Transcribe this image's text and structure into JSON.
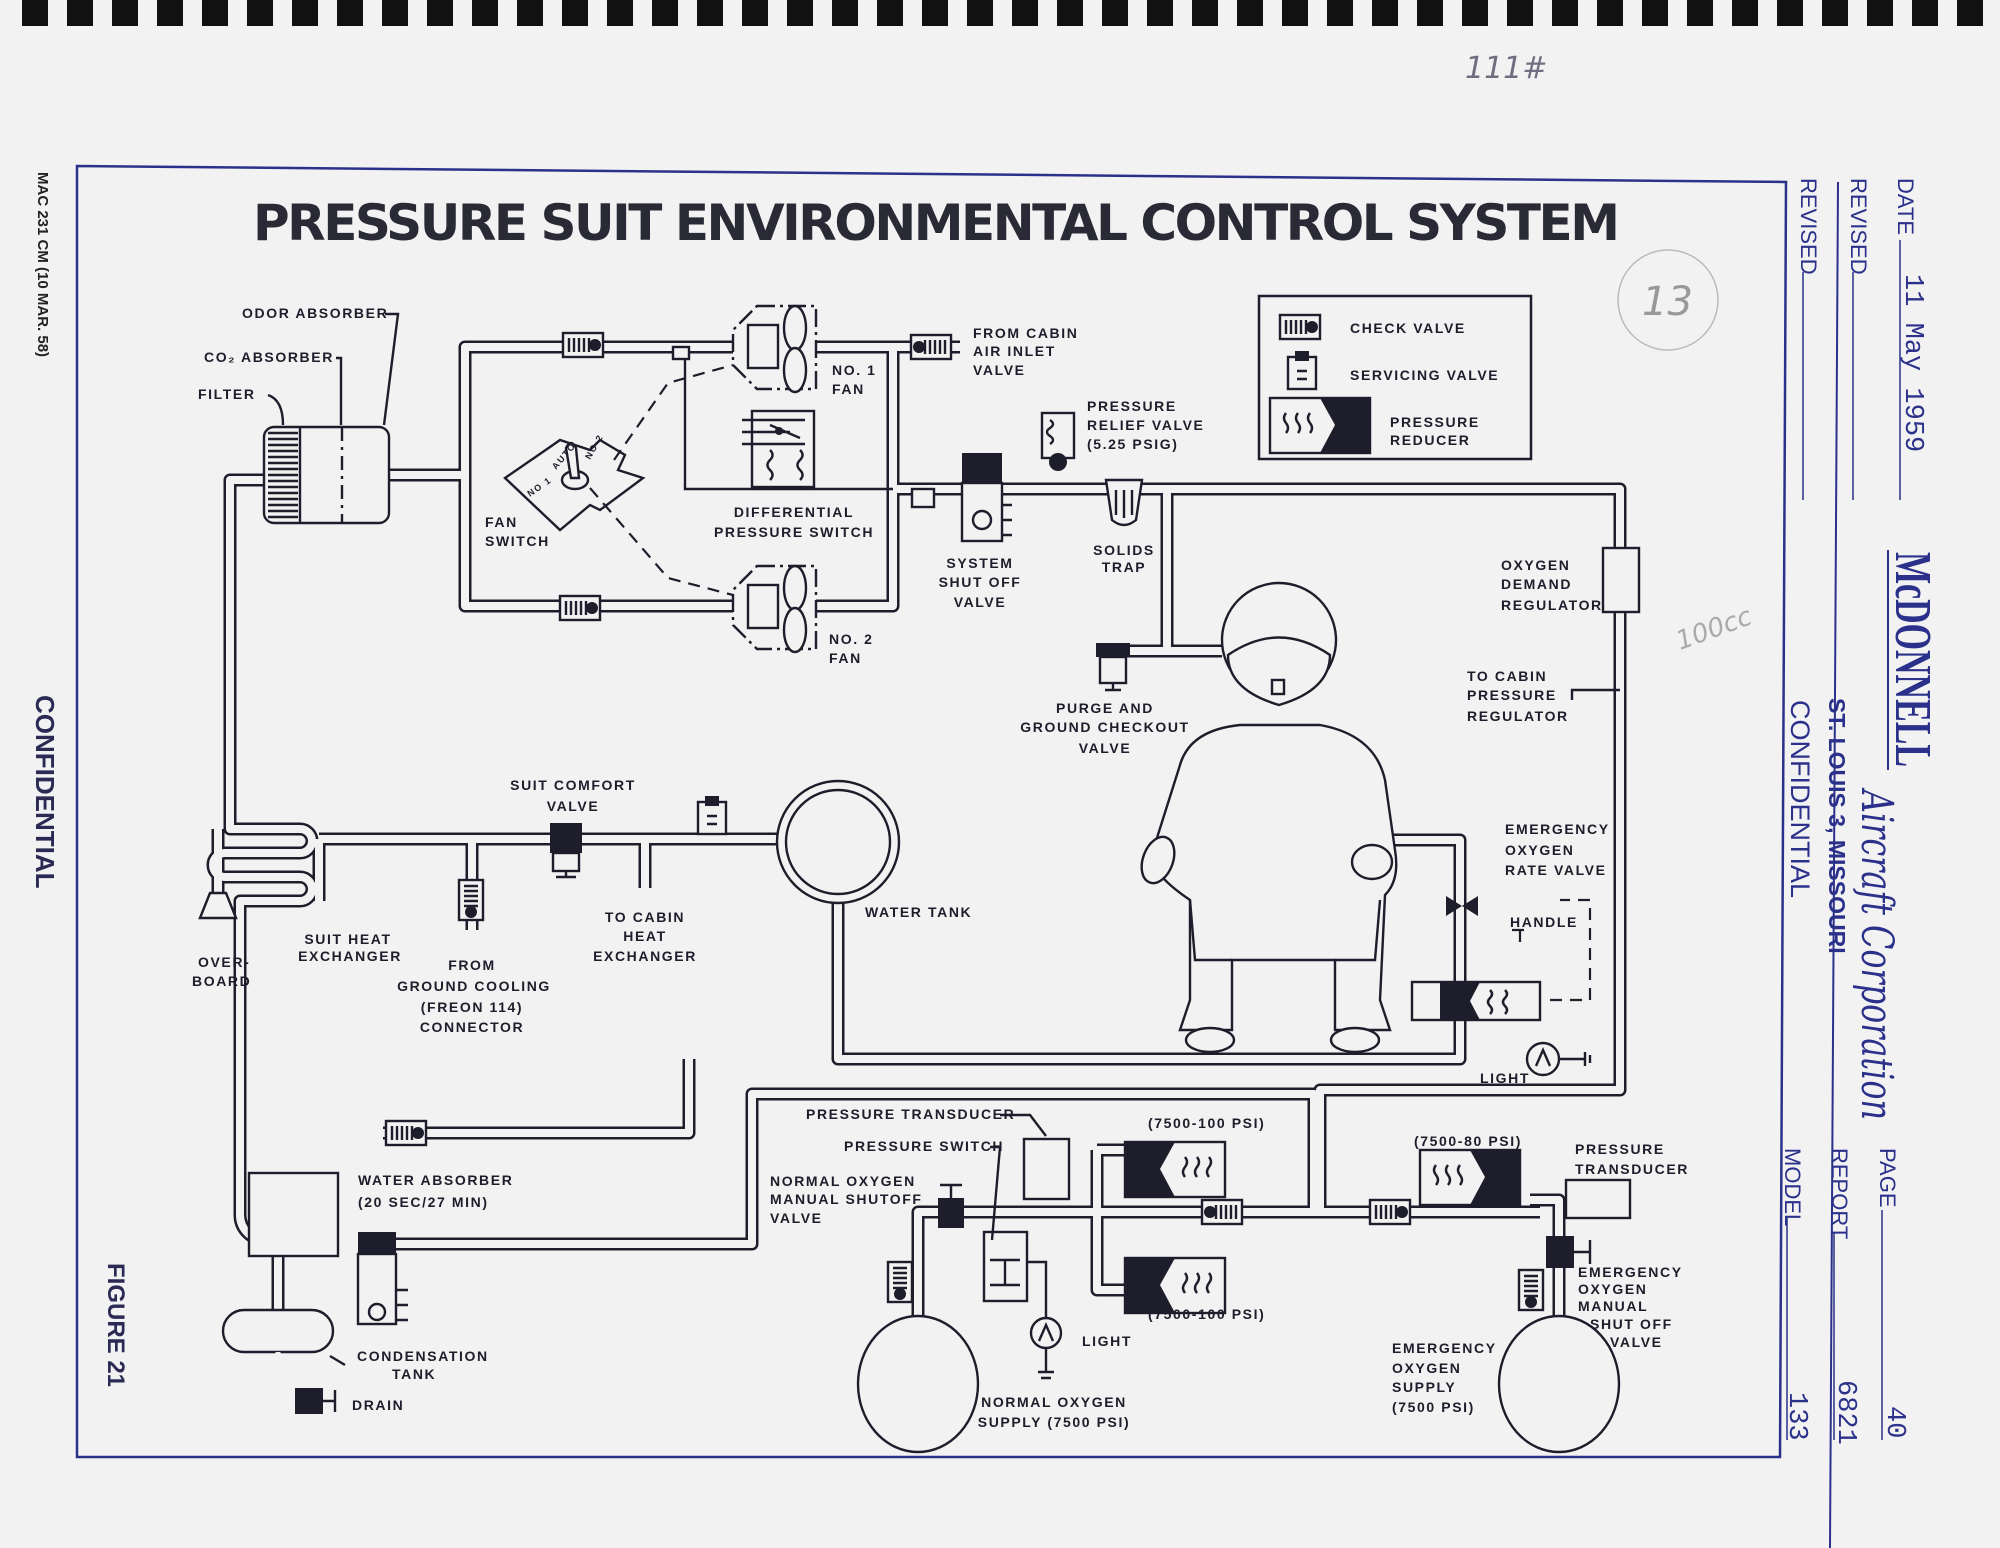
{
  "title": "PRESSURE SUIT ENVIRONMENTAL CONTROL SYSTEM",
  "margin_left": {
    "form_id": "MAC 231 CM (10 MAR. 58)",
    "classification": "CONFIDENTIAL",
    "figure": "FIGURE 21"
  },
  "title_block": {
    "date_label": "DATE",
    "date_value": "11 May 1959",
    "revised_label": "REVISED",
    "revised2_label": "REVISED",
    "company": "McDONNELL",
    "company_script": "Aircraft Corporation",
    "location": "ST. LOUIS 3, MISSOURI",
    "classification": "CONFIDENTIAL",
    "page_label": "PAGE",
    "page_value": "40",
    "report_label": "REPORT",
    "report_value": "6821",
    "model_label": "MODEL",
    "model_value": "133"
  },
  "legend": {
    "check_valve": "CHECK VALVE",
    "servicing_valve": "SERVICING VALVE",
    "pressure_reducer": [
      "PRESSURE",
      "REDUCER"
    ]
  },
  "labels": {
    "odor_absorber": "ODOR ABSORBER",
    "co2_absorber": "CO₂ ABSORBER",
    "filter": "FILTER",
    "cabin_air_inlet": [
      "FROM CABIN",
      "AIR  INLET",
      "VALVE"
    ],
    "no1_fan": [
      "NO. 1",
      "FAN"
    ],
    "pressure_relief": [
      "PRESSURE",
      "RELIEF VALVE",
      "(5.25 PSIG)"
    ],
    "fan_switch": [
      "FAN",
      "SWITCH"
    ],
    "fan_switch_positions": [
      "NO 1",
      "AUTO",
      "NO 2"
    ],
    "differential_switch": [
      "DIFFERENTIAL",
      "PRESSURE SWITCH"
    ],
    "system_shutoff": [
      "SYSTEM",
      "SHUT OFF",
      "VALVE"
    ],
    "solids_trap": [
      "SOLIDS",
      "TRAP"
    ],
    "oxygen_demand_regulator": [
      "OXYGEN",
      "DEMAND",
      "REGULATOR"
    ],
    "no2_fan": [
      "NO. 2",
      "FAN"
    ],
    "purge_valve": [
      "PURGE AND",
      "GROUND CHECKOUT",
      "VALVE"
    ],
    "cabin_pressure_regulator": [
      "TO CABIN",
      "PRESSURE",
      "REGULATOR"
    ],
    "suit_comfort_valve": [
      "SUIT COMFORT",
      "VALVE"
    ],
    "emergency_rate_valve": [
      "EMERGENCY",
      "OXYGEN",
      "RATE VALVE"
    ],
    "handle": "HANDLE",
    "water_tank": "WATER TANK",
    "cabin_heat_exchanger": [
      "TO CABIN",
      "HEAT",
      "EXCHANGER"
    ],
    "suit_heat_exchanger": [
      "SUIT HEAT",
      "EXCHANGER"
    ],
    "overboard": [
      "OVER-",
      "BOARD"
    ],
    "ground_cooling": [
      "FROM",
      "GROUND COOLING",
      "(FREON 114)",
      "CONNECTOR"
    ],
    "light_emergency": "LIGHT",
    "pressure_transducer_normal": "PRESSURE TRANSDUCER",
    "reducer_normal_top": "(7500-100 PSI)",
    "pressure_switch": "PRESSURE SWITCH",
    "reducer_emergency": "(7500-80 PSI)",
    "pressure_transducer_emergency": [
      "PRESSURE",
      "TRANSDUCER"
    ],
    "water_absorber": [
      "WATER ABSORBER",
      "(20 SEC/27 MIN)"
    ],
    "normal_oxygen_shutoff": [
      "NORMAL OXYGEN",
      "MANUAL SHUTOFF",
      "VALVE"
    ],
    "emergency_oxygen_shutoff": [
      "EMERGENCY",
      "OXYGEN",
      "MANUAL",
      "SHUT OFF",
      "VALVE"
    ],
    "reducer_normal_bottom": "(7500-100 PSI)",
    "light_normal": "LIGHT",
    "emergency_oxygen_supply": [
      "EMERGENCY",
      "OXYGEN",
      "SUPPLY",
      "(7500 PSI)"
    ],
    "condensation_tank": [
      "CONDENSATION",
      "TANK"
    ],
    "normal_oxygen_supply": [
      "NORMAL OXYGEN",
      "SUPPLY (7500 PSI)"
    ],
    "drain": "DRAIN"
  },
  "annotations": {
    "top": "111#",
    "circled": "13",
    "volume": "100cc"
  }
}
